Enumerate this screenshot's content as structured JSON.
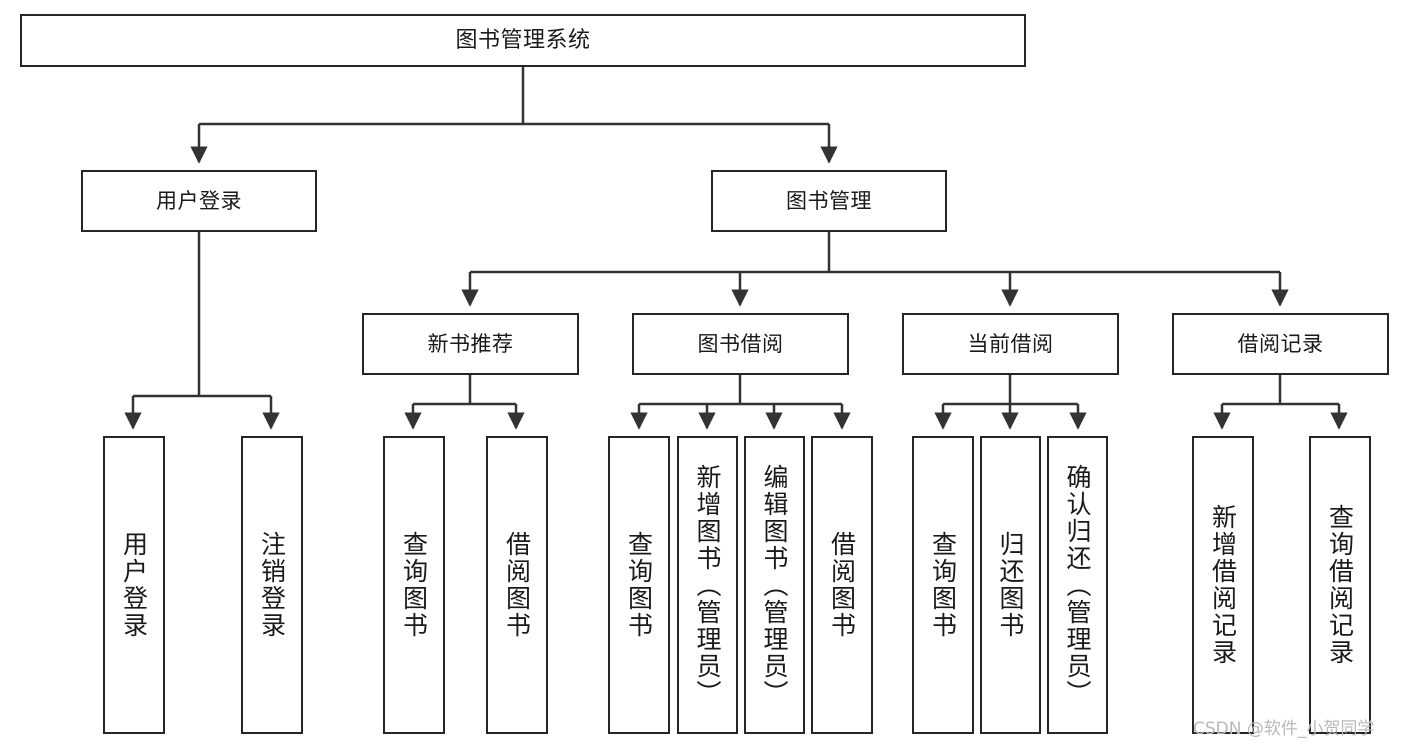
{
  "diagram": {
    "title": "图书管理系统",
    "type": "tree-hierarchy-diagram",
    "orientation": "top-down",
    "colors": {
      "box_border": "#262626",
      "box_fill": "#FFFFFF",
      "edge": "#333333",
      "text": "#1A1A1A",
      "watermark": "#B9B9B9",
      "background": "#FFFFFF"
    }
  },
  "watermark": {
    "text": "CSDN @软件_小贺同学"
  },
  "nodes": {
    "root": {
      "label": "图书管理系统"
    },
    "level1": [
      {
        "label": "用户登录"
      },
      {
        "label": "图书管理"
      }
    ],
    "level2": [
      {
        "label": "新书推荐"
      },
      {
        "label": "图书借阅"
      },
      {
        "label": "当前借阅"
      },
      {
        "label": "借阅记录"
      }
    ],
    "leaves": {
      "user_login": [
        {
          "label": "用户登录"
        },
        {
          "label": "注销登录"
        }
      ],
      "new_book_recommend": [
        {
          "label": "查询图书"
        },
        {
          "label": "借阅图书"
        }
      ],
      "book_borrow": [
        {
          "label": "查询图书"
        },
        {
          "label": "新增图书（管理员）"
        },
        {
          "label": "编辑图书（管理员）"
        },
        {
          "label": "借阅图书"
        }
      ],
      "current_borrow": [
        {
          "label": "查询图书"
        },
        {
          "label": "归还图书"
        },
        {
          "label": "确认归还（管理员）"
        }
      ],
      "borrow_record": [
        {
          "label": "新增借阅记录"
        },
        {
          "label": "查询借阅记录"
        }
      ]
    }
  }
}
